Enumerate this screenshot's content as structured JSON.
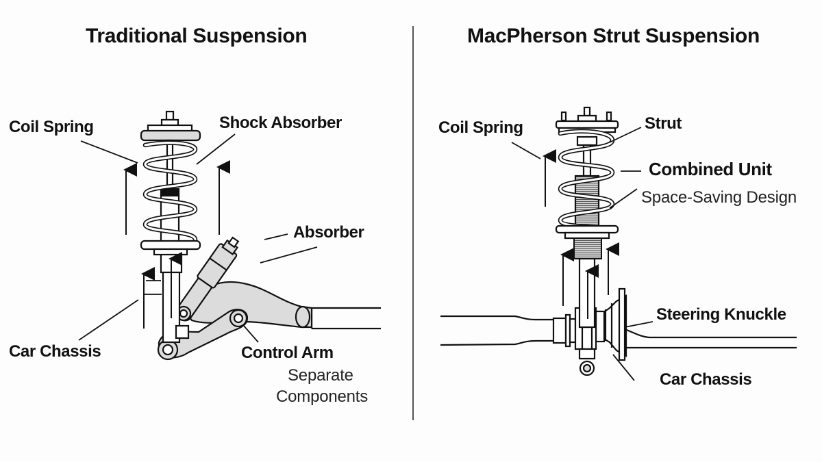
{
  "left_panel": {
    "title": "Traditional Suspension",
    "labels": {
      "coil_spring": "Coil Spring",
      "shock_absorber": "Shock Absorber",
      "absorber": "Absorber",
      "car_chassis": "Car Chassis",
      "control_arm": "Control Arm",
      "note_line1": "Separate",
      "note_line2": "Components"
    }
  },
  "right_panel": {
    "title": "MacPherson Strut Suspension",
    "labels": {
      "coil_spring": "Coil Spring",
      "strut": "Strut",
      "combined_unit": "Combined Unit",
      "space_saving": "Space-Saving Design",
      "steering_knuckle": "Steering Knuckle",
      "car_chassis": "Car Chassis"
    }
  },
  "colors": {
    "ink": "#111111",
    "part_fill": "#dcdcdc",
    "background": "#fdfdfd",
    "divider": "#555555"
  }
}
